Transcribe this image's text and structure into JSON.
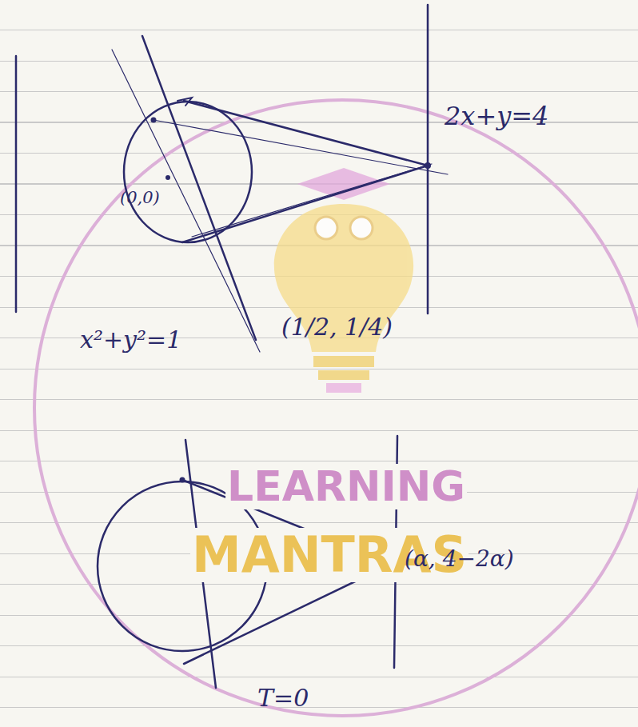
{
  "diagram": {
    "labels": [
      "2x+y=4",
      "(0,0)",
      "x²+y²=1",
      "(1/2, 1/4)",
      "LEARNING",
      "MANTRAS",
      "(α, 4−2α)",
      "T=0"
    ]
  }
}
